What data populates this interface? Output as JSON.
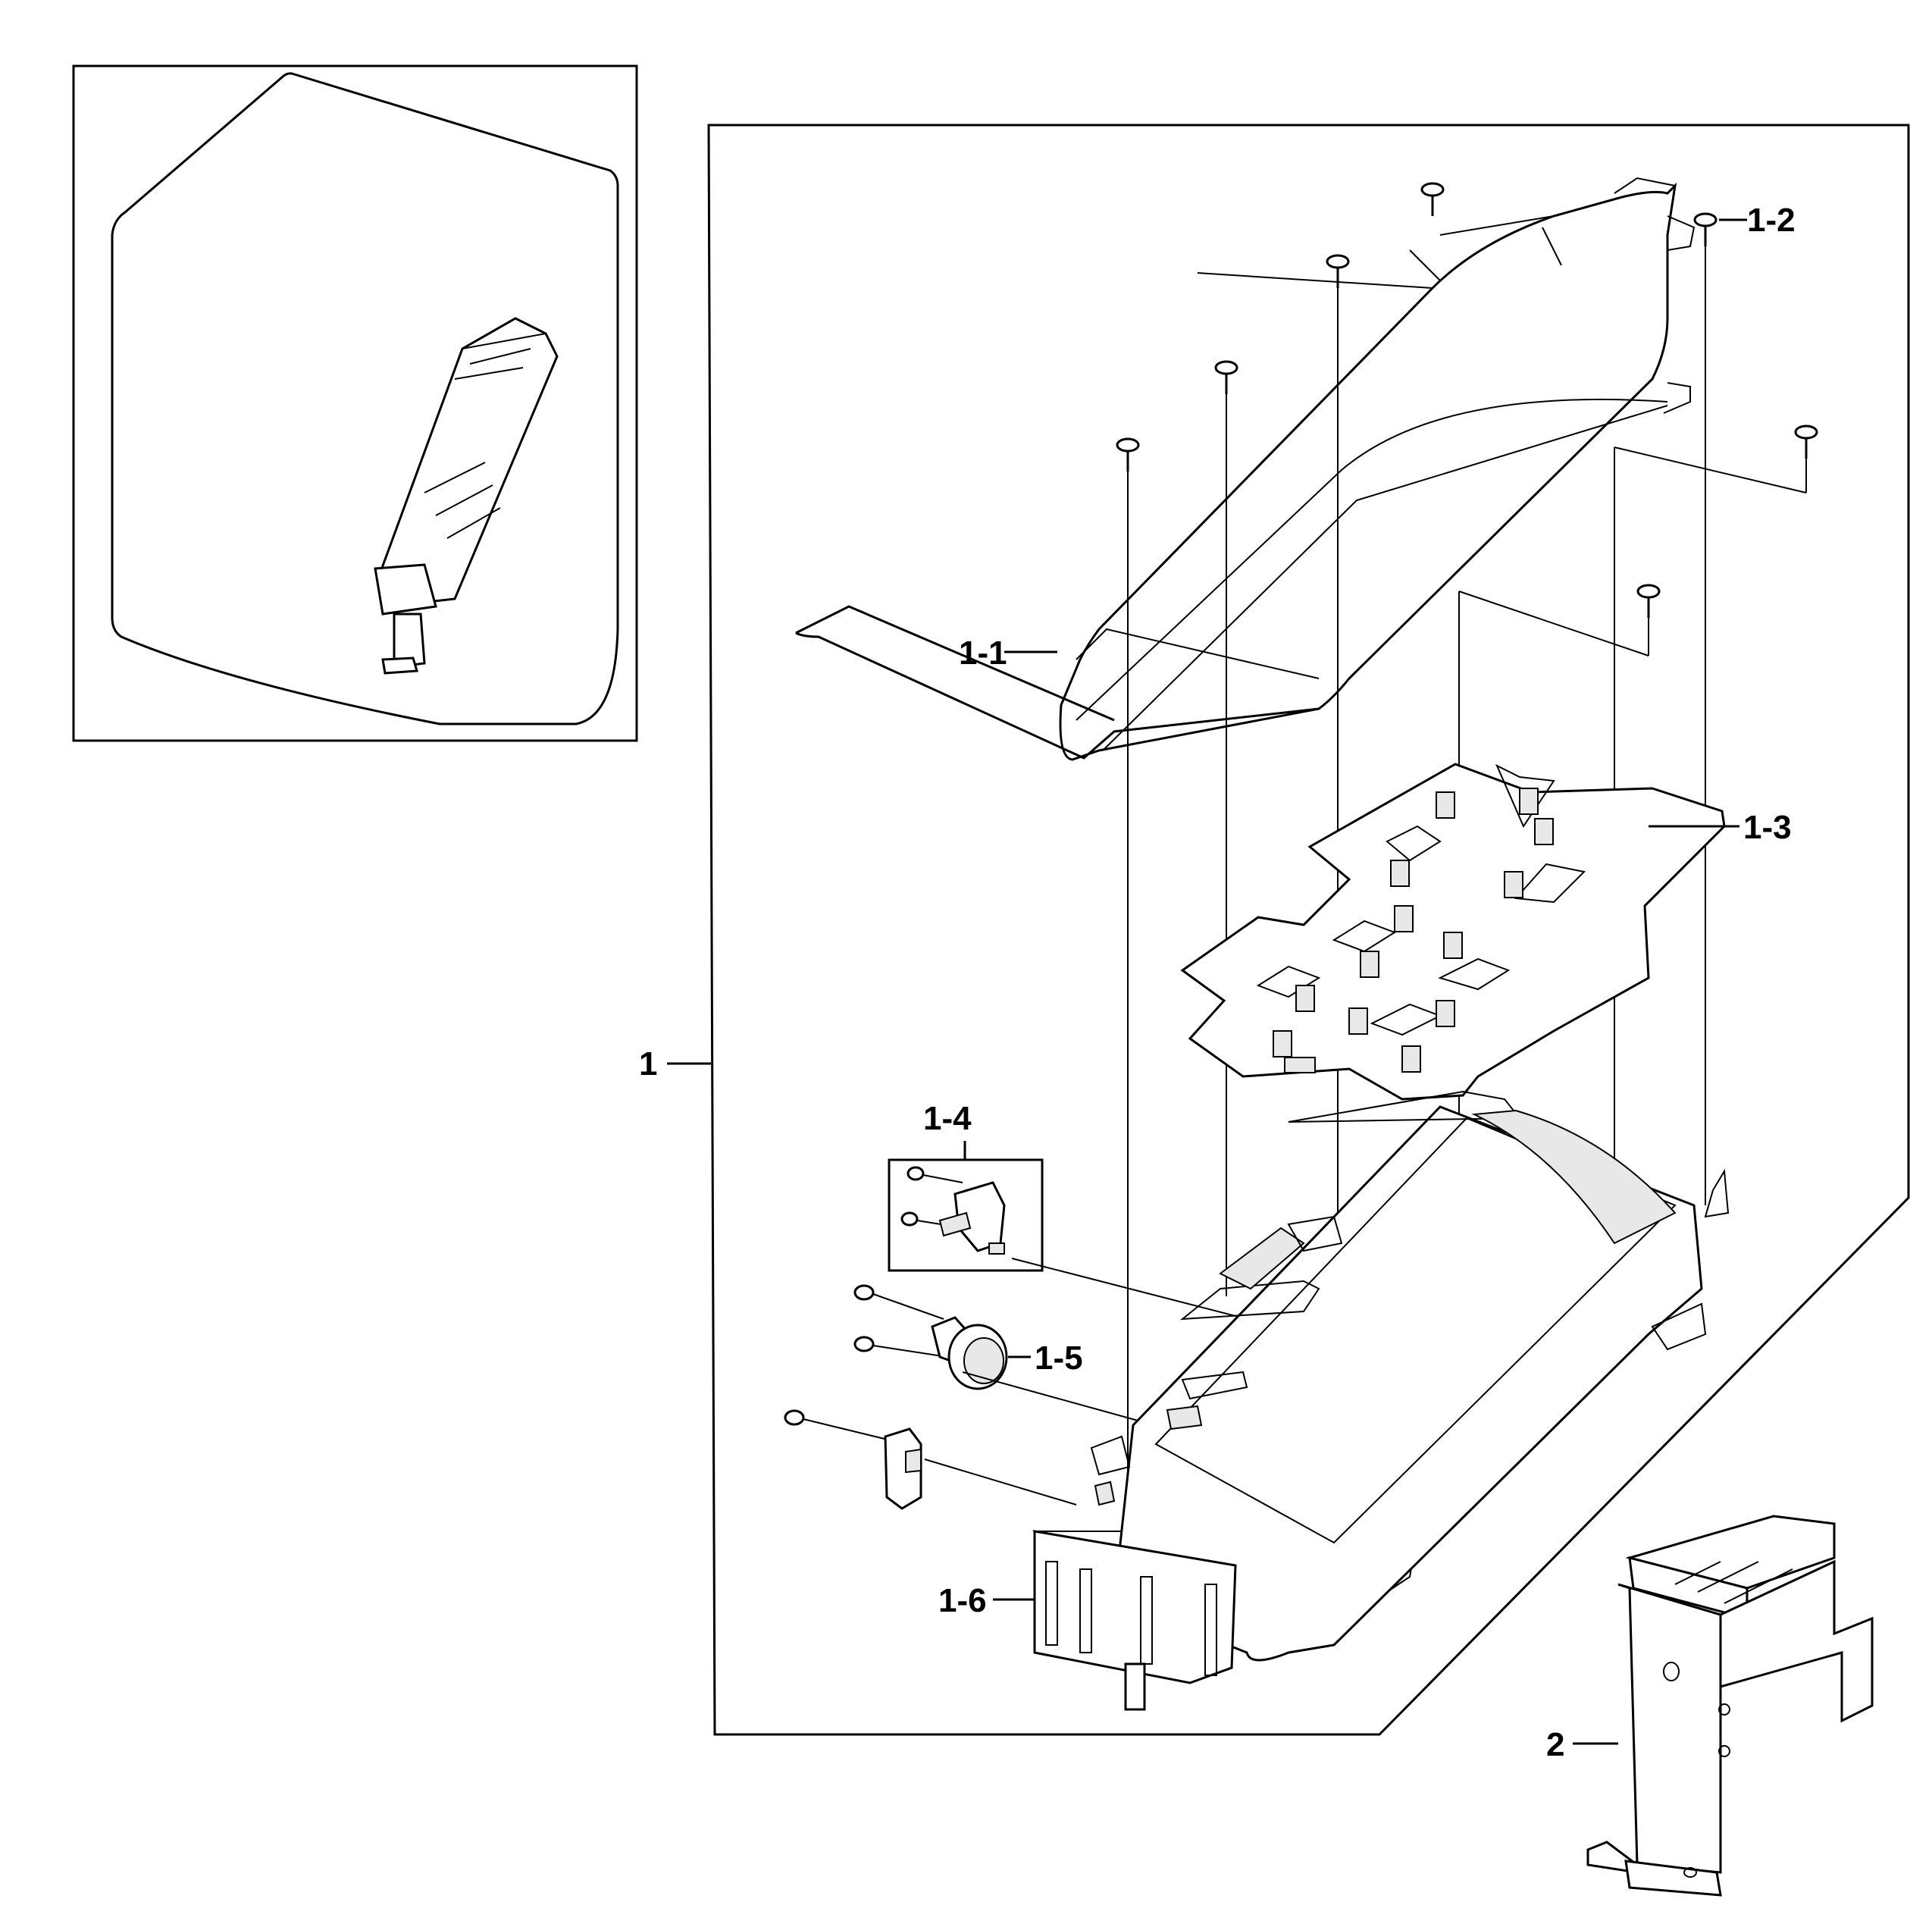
{
  "callouts": {
    "assembly": "1",
    "duct_cover": "1-1",
    "screw": "1-2",
    "heater_coil": "1-3",
    "thermostat_box": "1-4",
    "thermostat": "1-5",
    "duct_housing": "1-6",
    "bracket": "2"
  }
}
